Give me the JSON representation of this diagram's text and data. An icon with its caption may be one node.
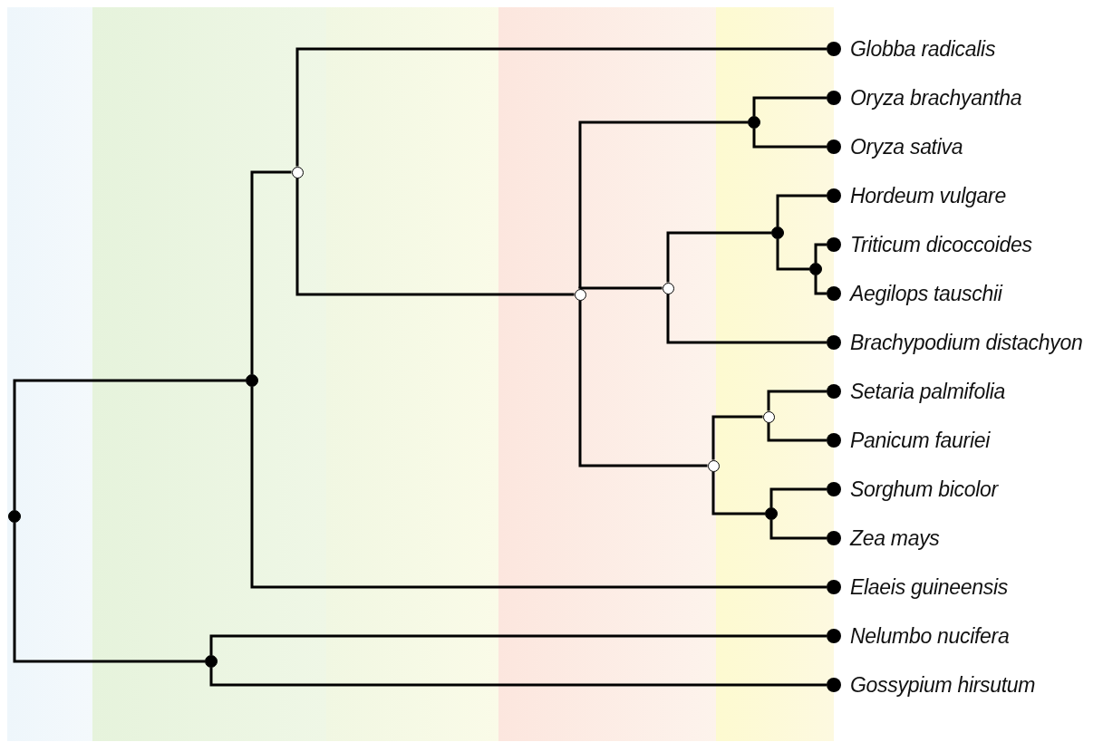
{
  "diagram": {
    "nodes": [
      {
        "text": [
          "Globba radicalis"
        ]
      },
      {
        "text": [
          "Oryza brachyantha"
        ]
      },
      {
        "text": [
          "Oryza sativa"
        ]
      },
      {
        "text": [
          "Hordeum vulgare"
        ]
      },
      {
        "text": [
          "Triticum dicoccoides"
        ]
      },
      {
        "text": [
          "Aegilops tauschii"
        ]
      },
      {
        "text": [
          "Brachypodium distachyon"
        ]
      },
      {
        "text": [
          "Setaria palmifolia"
        ]
      },
      {
        "text": [
          "Panicum fauriei"
        ]
      },
      {
        "text": [
          "Sorghum bicolor"
        ]
      },
      {
        "text": [
          "Zea mays"
        ]
      },
      {
        "text": [
          "Elaeis guineensis"
        ]
      },
      {
        "text": [
          "Nelumbo nucifera"
        ]
      },
      {
        "text": [
          "Gossypium hirsutum"
        ]
      },
      {
        "text": [],
        "shape": "dot"
      },
      {
        "text": [],
        "shape": "dot"
      },
      {
        "text": [],
        "shape": "circle"
      },
      {
        "text": [],
        "shape": "circle"
      },
      {
        "text": [],
        "shape": "dot"
      },
      {
        "text": [],
        "shape": "circle"
      },
      {
        "text": [],
        "shape": "dot"
      },
      {
        "text": [],
        "shape": "dot"
      },
      {
        "text": [],
        "shape": "circle"
      },
      {
        "text": [],
        "shape": "circle"
      },
      {
        "text": [],
        "shape": "dot"
      },
      {
        "text": [],
        "shape": "dot"
      }
    ],
    "edges": [
      {
        "from": 14,
        "to": 15,
        "arrow": "none"
      },
      {
        "from": 14,
        "to": 25,
        "arrow": "none"
      },
      {
        "from": 15,
        "to": 16,
        "arrow": "none"
      },
      {
        "from": 15,
        "to": 11,
        "arrow": "none"
      },
      {
        "from": 16,
        "to": 0,
        "arrow": "none"
      },
      {
        "from": 16,
        "to": 17,
        "arrow": "none"
      },
      {
        "from": 17,
        "to": 18,
        "arrow": "none"
      },
      {
        "from": 17,
        "to": 19,
        "arrow": "none"
      },
      {
        "from": 17,
        "to": 22,
        "arrow": "none"
      },
      {
        "from": 18,
        "to": 1,
        "arrow": "none"
      },
      {
        "from": 18,
        "to": 2,
        "arrow": "none"
      },
      {
        "from": 19,
        "to": 20,
        "arrow": "none"
      },
      {
        "from": 19,
        "to": 6,
        "arrow": "none"
      },
      {
        "from": 20,
        "to": 3,
        "arrow": "none"
      },
      {
        "from": 20,
        "to": 21,
        "arrow": "none"
      },
      {
        "from": 21,
        "to": 4,
        "arrow": "none"
      },
      {
        "from": 21,
        "to": 5,
        "arrow": "none"
      },
      {
        "from": 22,
        "to": 23,
        "arrow": "none"
      },
      {
        "from": 22,
        "to": 24,
        "arrow": "none"
      },
      {
        "from": 23,
        "to": 7,
        "arrow": "none"
      },
      {
        "from": 23,
        "to": 8,
        "arrow": "none"
      },
      {
        "from": 24,
        "to": 9,
        "arrow": "none"
      },
      {
        "from": 24,
        "to": 10,
        "arrow": "none"
      },
      {
        "from": 25,
        "to": 12,
        "arrow": "none"
      },
      {
        "from": 25,
        "to": 13,
        "arrow": "none"
      }
    ]
  }
}
